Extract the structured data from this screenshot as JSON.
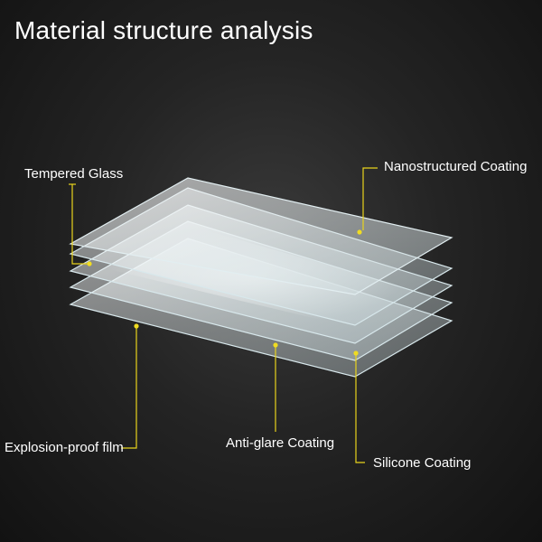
{
  "title": "Material structure analysis",
  "labels": {
    "tempered_glass": "Tempered Glass",
    "nanostructured_coating": "Nanostructured Coating",
    "explosion_proof_film": "Explosion-proof film",
    "anti_glare_coating": "Anti-glare Coating",
    "silicone_coating": "Silicone Coating"
  },
  "colors": {
    "background": "#1c1c1c",
    "leader_line": "#e8d31c",
    "text": "#ffffff",
    "glass_edge": "#d8e8ec"
  }
}
